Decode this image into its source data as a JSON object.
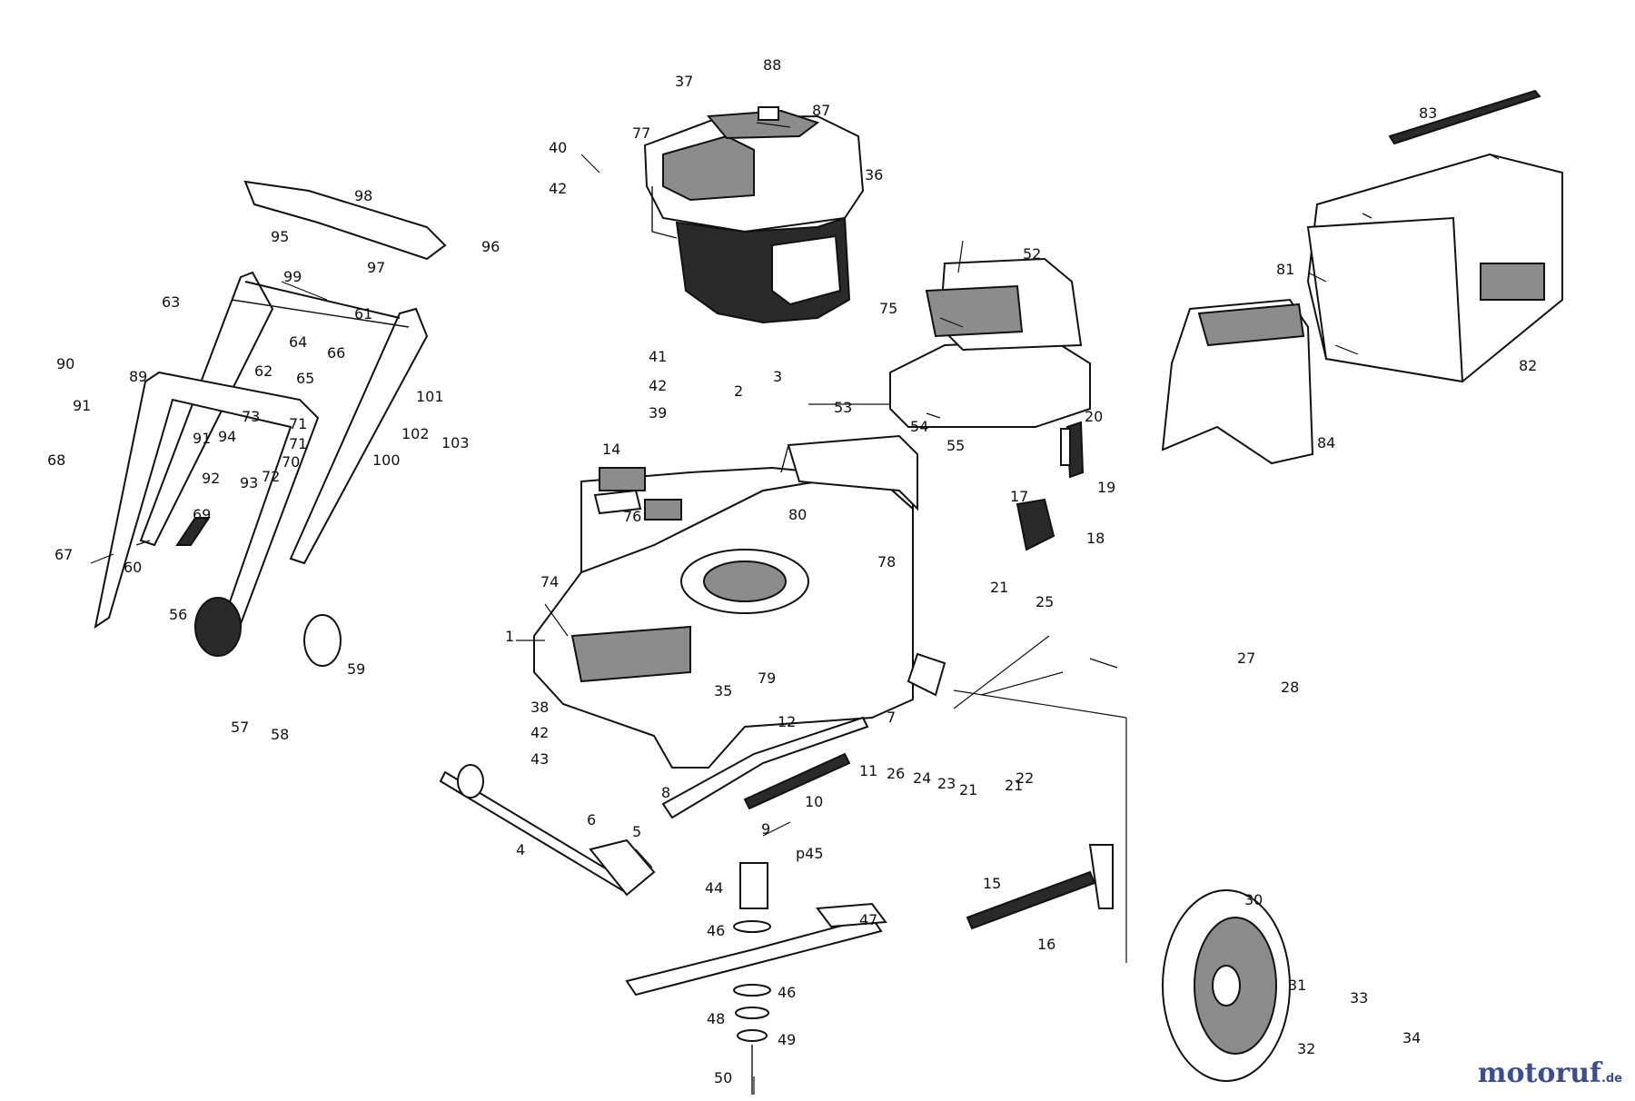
{
  "diagram": {
    "part_numbers": [
      "1",
      "2",
      "3",
      "4",
      "5",
      "6",
      "7",
      "8",
      "9",
      "10",
      "11",
      "12",
      "14",
      "15",
      "16",
      "17",
      "18",
      "19",
      "20",
      "21",
      "21",
      "21",
      "22",
      "23",
      "24",
      "25",
      "26",
      "27",
      "28",
      "30",
      "31",
      "32",
      "33",
      "34",
      "35",
      "36",
      "37",
      "38",
      "39",
      "40",
      "41",
      "42",
      "42",
      "42",
      "43",
      "44",
      "p45",
      "46",
      "46",
      "47",
      "48",
      "49",
      "50",
      "52",
      "53",
      "54",
      "55",
      "56",
      "57",
      "58",
      "59",
      "60",
      "61",
      "62",
      "63",
      "64",
      "65",
      "66",
      "67",
      "68",
      "69",
      "70",
      "71",
      "71",
      "72",
      "73",
      "74",
      "75",
      "76",
      "77",
      "78",
      "79",
      "80",
      "81",
      "82",
      "83",
      "84",
      "87",
      "88",
      "89",
      "90",
      "91",
      "91",
      "92",
      "93",
      "94",
      "95",
      "96",
      "97",
      "98",
      "99",
      "100",
      "101",
      "102",
      "103"
    ]
  },
  "watermark": {
    "text_main": "motoruf",
    "text_suffix": ".de"
  }
}
